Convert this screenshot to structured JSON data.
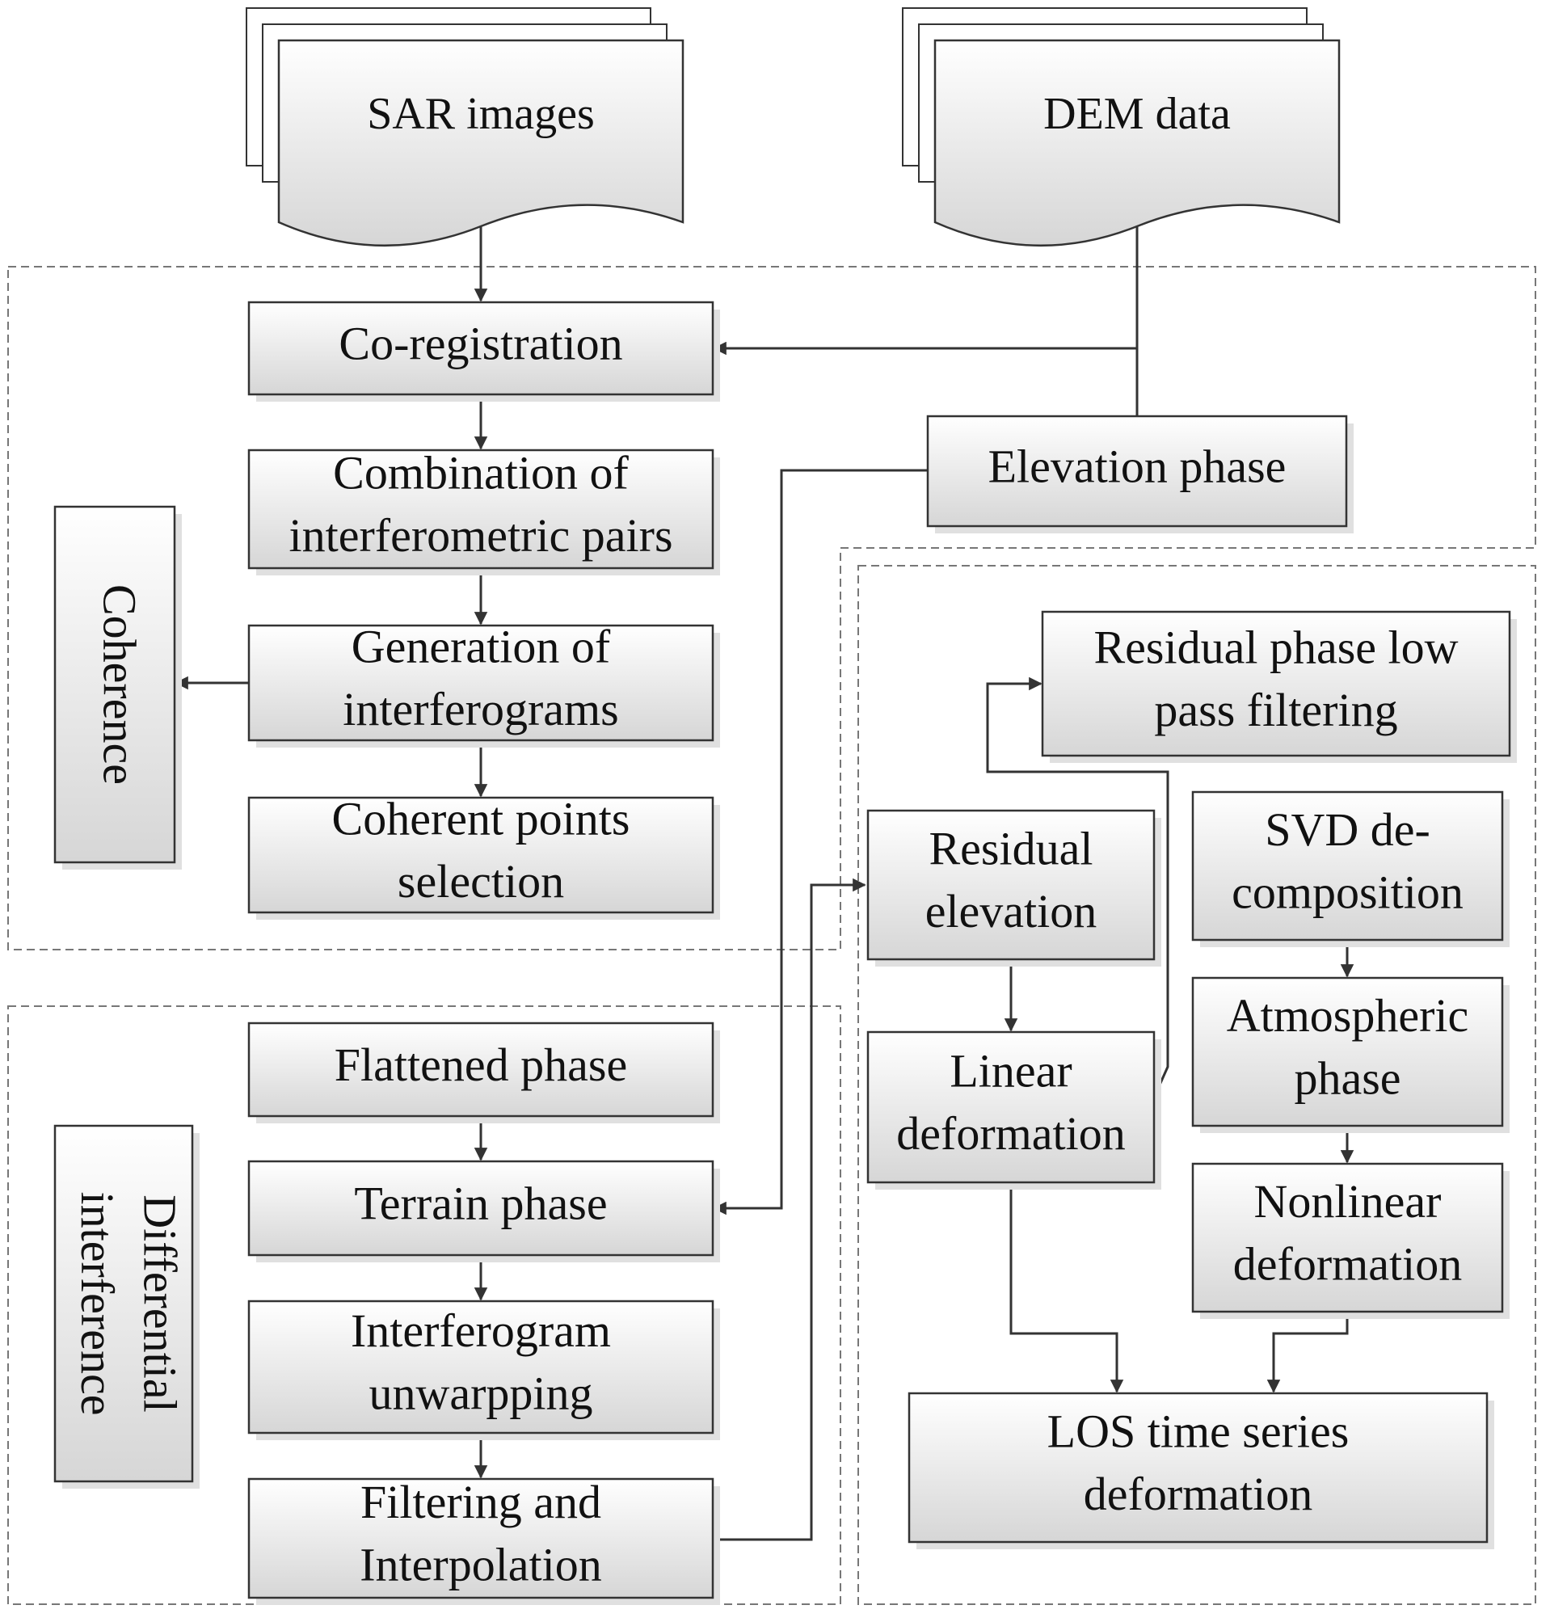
{
  "inputs": {
    "sar": "SAR images",
    "dem": "DEM data"
  },
  "boxes": {
    "coregistration": [
      "Co-registration"
    ],
    "combination": [
      "Combination of",
      "interferometric pairs"
    ],
    "generation": [
      "Generation of",
      "interferograms"
    ],
    "coherent_points": [
      "Coherent points",
      "selection"
    ],
    "elevation_phase": [
      "Elevation phase"
    ],
    "flattened_phase": [
      "Flattened phase"
    ],
    "terrain_phase": [
      "Terrain phase"
    ],
    "unwrapping": [
      "Interferogram",
      "unwarpping"
    ],
    "filtering": [
      "Filtering and",
      "Interpolation"
    ],
    "residual_lowpass": [
      "Residual phase low",
      "pass filtering"
    ],
    "residual_elevation": [
      "Residual",
      "elevation"
    ],
    "linear_deformation": [
      "Linear",
      "deformation"
    ],
    "svd": [
      "SVD de-",
      "composition"
    ],
    "atmospheric": [
      "Atmospheric",
      "phase"
    ],
    "nonlinear": [
      "Nonlinear",
      "deformation"
    ],
    "los": [
      "LOS time series",
      "deformation"
    ]
  },
  "side_labels": {
    "coherence": [
      "Coherence"
    ],
    "differential": [
      "Differential",
      "interference"
    ]
  },
  "colors": {
    "box_top": "#ffffff",
    "box_bottom": "#d8d8d8",
    "stroke": "#333333",
    "shadow": "#e2e2e2",
    "dashed": "#777777"
  }
}
